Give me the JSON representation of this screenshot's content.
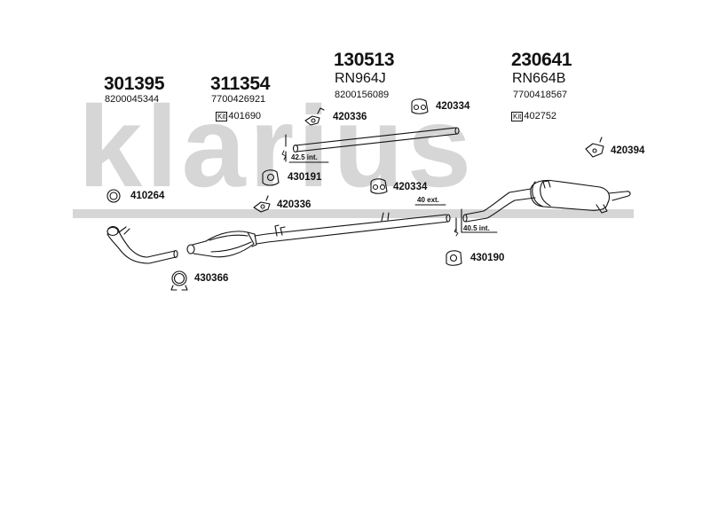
{
  "watermark": {
    "text": "klarius"
  },
  "groups": [
    {
      "id": "301395",
      "oem": "8200045344"
    },
    {
      "id": "311354",
      "oem": "7700426921",
      "kit_badge": "Kit",
      "kit": "401690"
    },
    {
      "id": "130513",
      "ref": "RN964J",
      "oem": "8200156089"
    },
    {
      "id": "230641",
      "ref": "RN664B",
      "oem": "7700418567",
      "kit_badge": "Kit",
      "kit": "402752"
    }
  ],
  "fittings": [
    "420336",
    "420334",
    "420394",
    "430191",
    "420334",
    "410264",
    "420336",
    "430190",
    "430366"
  ],
  "dimensions": [
    "42.5 int.",
    "40 ext.",
    "40.5 int."
  ],
  "colors": {
    "ink": "#111111",
    "watermark": "#d6d6d6"
  }
}
